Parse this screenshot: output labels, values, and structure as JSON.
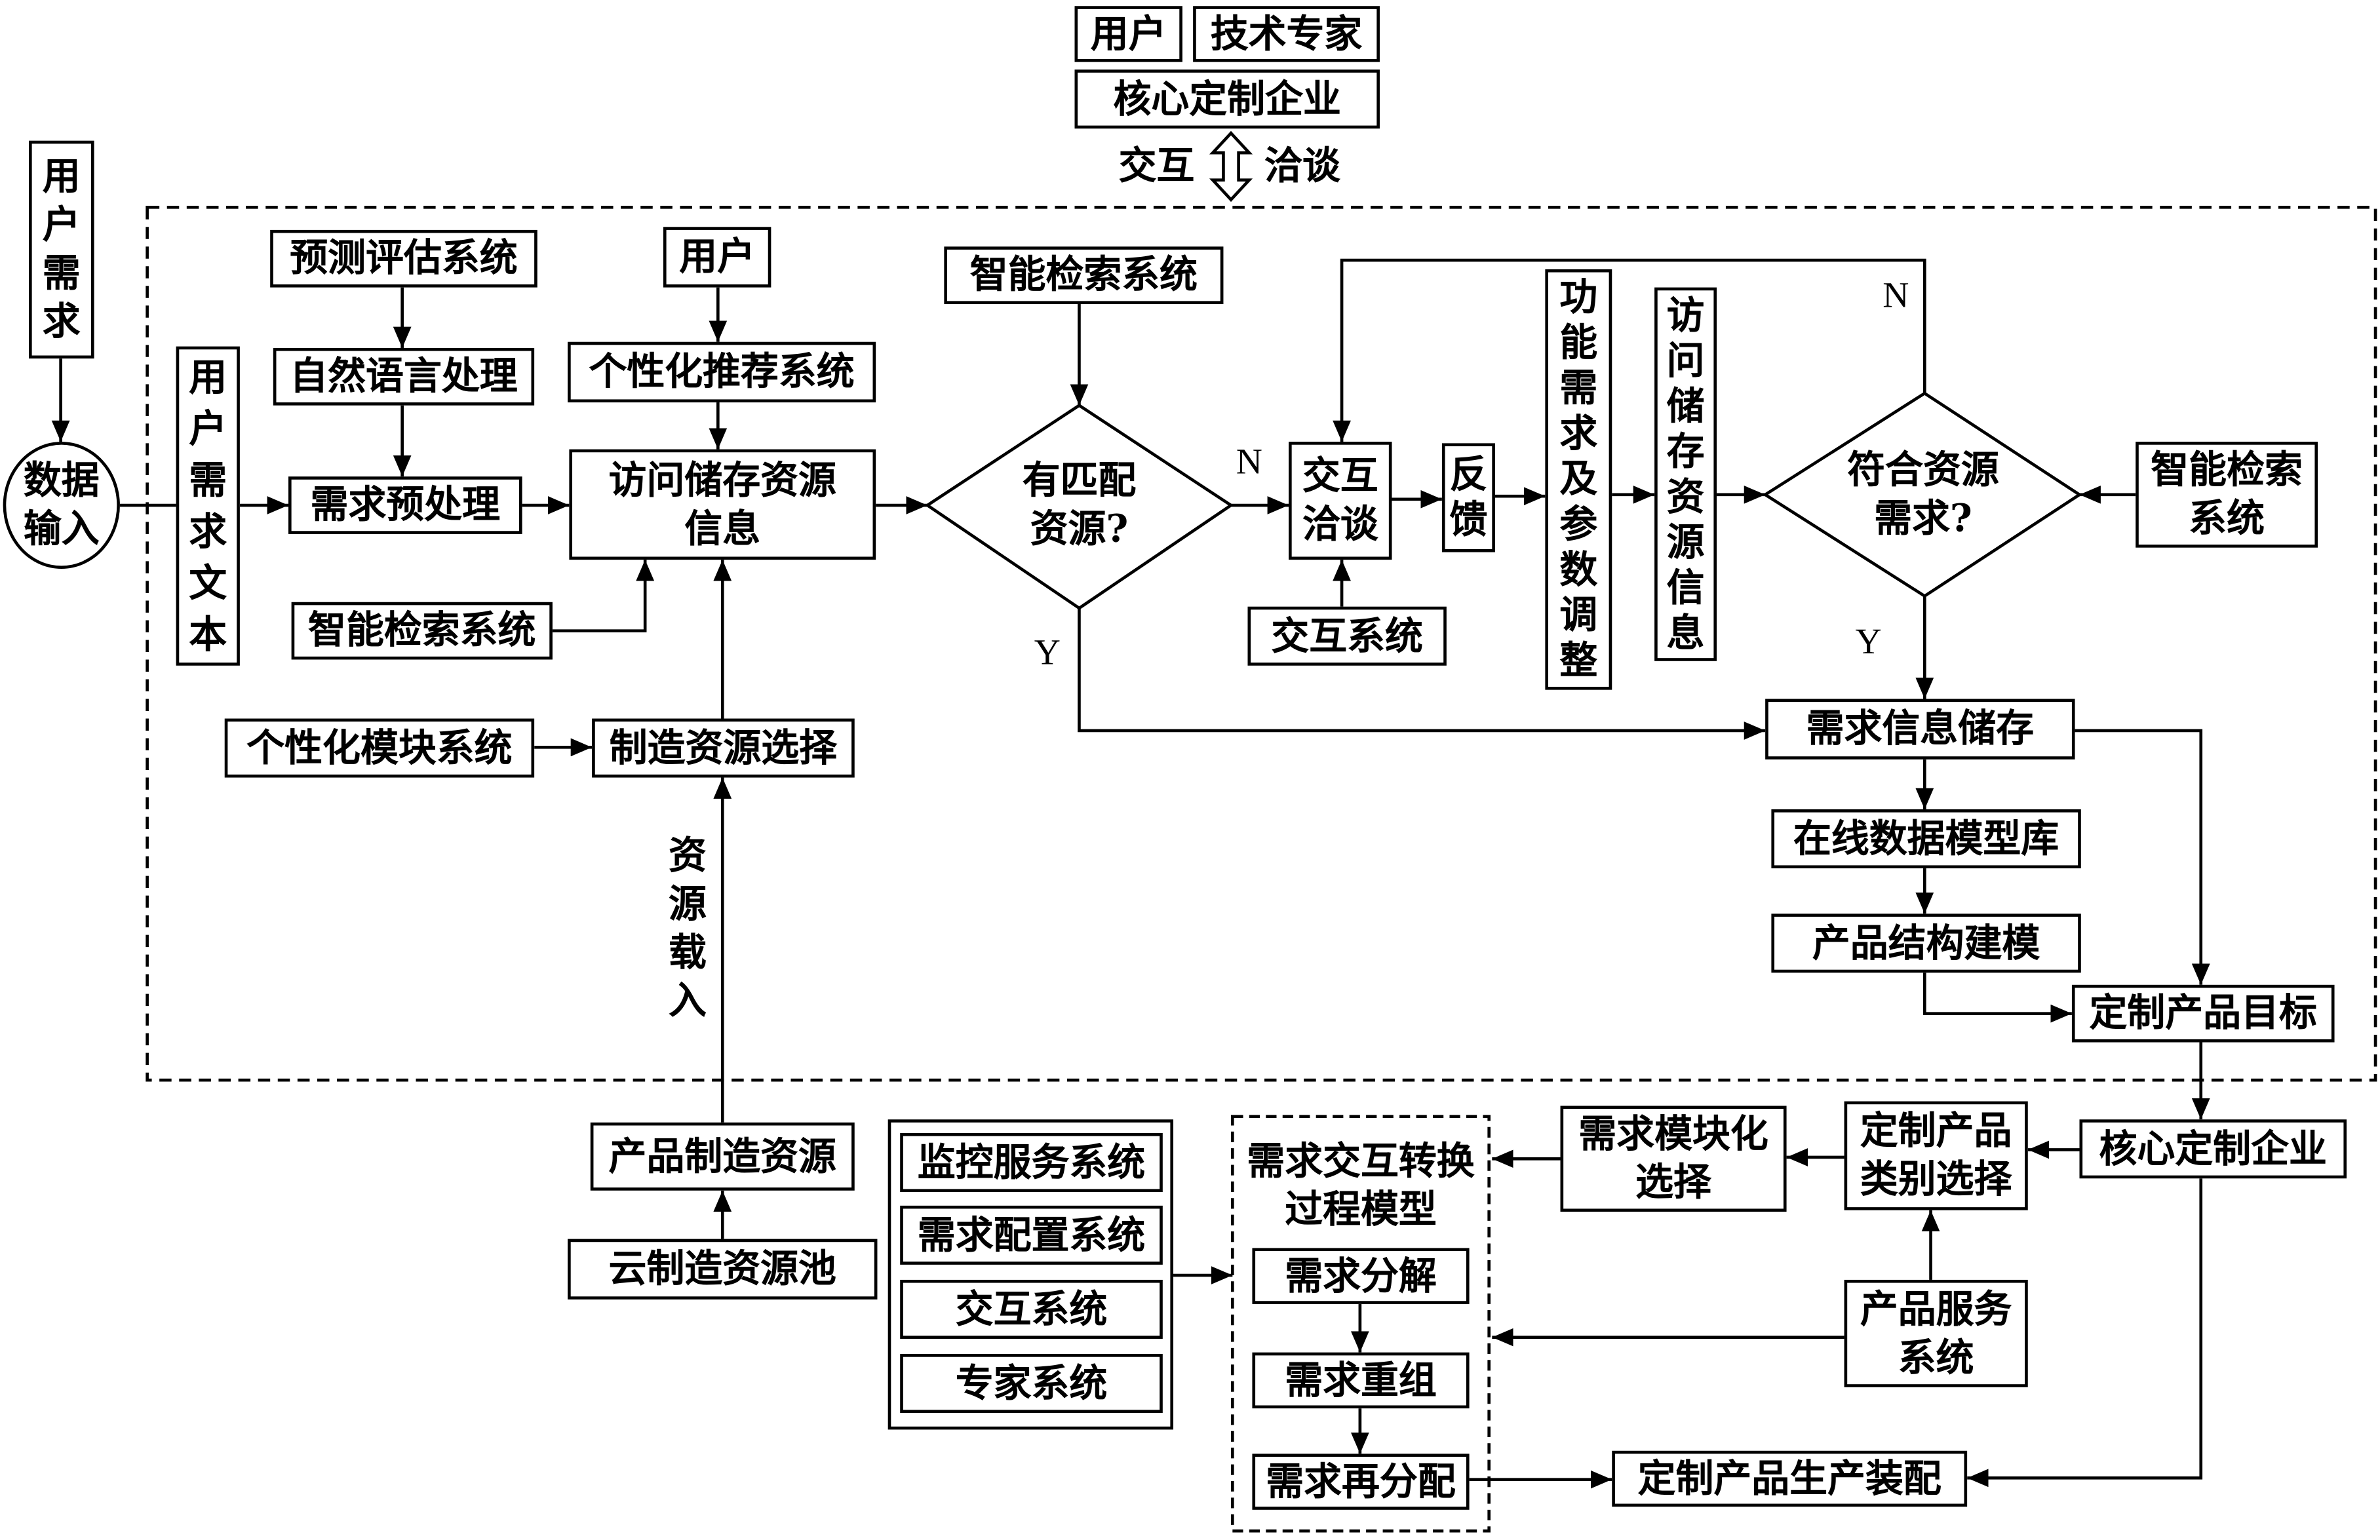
{
  "top": {
    "user": "用户",
    "expert": "技术专家",
    "core_enterprise": "核心定制企业",
    "interact_label": "交互",
    "negotiate_label": "洽谈"
  },
  "input": {
    "user_demand": "用户需求",
    "data_input": "数据输入",
    "demand_text": "用户需求文本"
  },
  "preprocess": {
    "predict_eval": "预测评估系统",
    "nlp": "自然语言处理",
    "demand_preprocess": "需求预处理"
  },
  "access": {
    "user": "用户",
    "personal_recommend": "个性化推荐系统",
    "access_storage": "访问储存资源信息",
    "smart_search": "智能检索系统",
    "personal_module": "个性化模块系统",
    "mfg_resource_select": "制造资源选择",
    "resource_loading": "资源载入"
  },
  "matching": {
    "smart_search": "智能检索系统",
    "decision": "有匹配资源?",
    "no_label": "N",
    "yes_label": "Y"
  },
  "interaction": {
    "interact_negotiate": "交互洽谈",
    "interact_system": "交互系统",
    "feedback": "反馈",
    "func_param_adjust": "功能需求及参数调整",
    "access_storage": "访问储存资源信息",
    "decision": "符合资源需求?",
    "no_label": "N",
    "yes_label": "Y",
    "smart_search": "智能检索系统"
  },
  "modeling": {
    "demand_storage": "需求信息储存",
    "online_model_lib": "在线数据模型库",
    "structure_model": "产品结构建模",
    "target": "定制产品目标"
  },
  "bottom": {
    "core_enterprise": "核心定制企业",
    "category_select": "定制产品类别选择",
    "module_select": "需求模块化选择",
    "service_system": "产品服务系统",
    "process_model": {
      "title": "需求交互转换过程模型",
      "steps": [
        "需求分解",
        "需求重组",
        "需求再分配"
      ]
    },
    "assembly": "定制产品生产装配",
    "systems": [
      "监控服务系统",
      "需求配置系统",
      "交互系统",
      "专家系统"
    ],
    "mfg_resource": "产品制造资源",
    "cloud_pool": "云制造资源池"
  }
}
